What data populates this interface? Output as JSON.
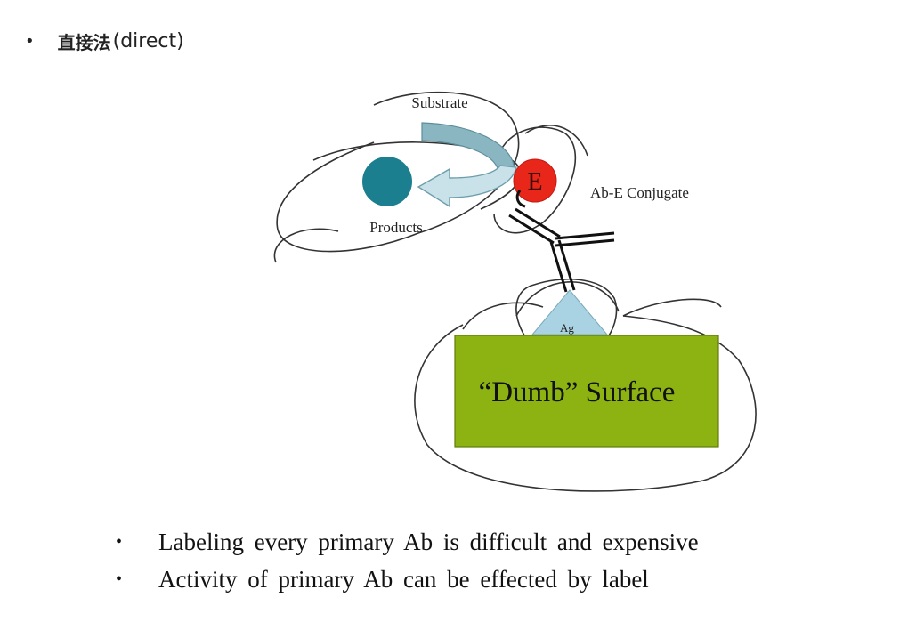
{
  "heading": {
    "bullet": "•",
    "cjk": "直接法",
    "latin": "(direct)"
  },
  "diagram": {
    "substrate_label": "Substrate",
    "products_label": "Products",
    "enzyme_label": "E",
    "conjugate_label": "Ab-E Conjugate",
    "antigen_label": "Ag",
    "surface_label": "“Dumb” Surface",
    "colors": {
      "products": "#1b7f8f",
      "enzyme": "#e8261a",
      "arrow": "#8ab6c2",
      "arrow_light": "#c9e2ea",
      "antigen": "#a9d3e2",
      "surface": "#8cb312",
      "ink": "#222222"
    }
  },
  "bullets": [
    {
      "marker": "•",
      "text": "Labeling every primary Ab is difficult and expensive"
    },
    {
      "marker": "•",
      "text": "Activity of primary Ab can be effected by label"
    }
  ]
}
